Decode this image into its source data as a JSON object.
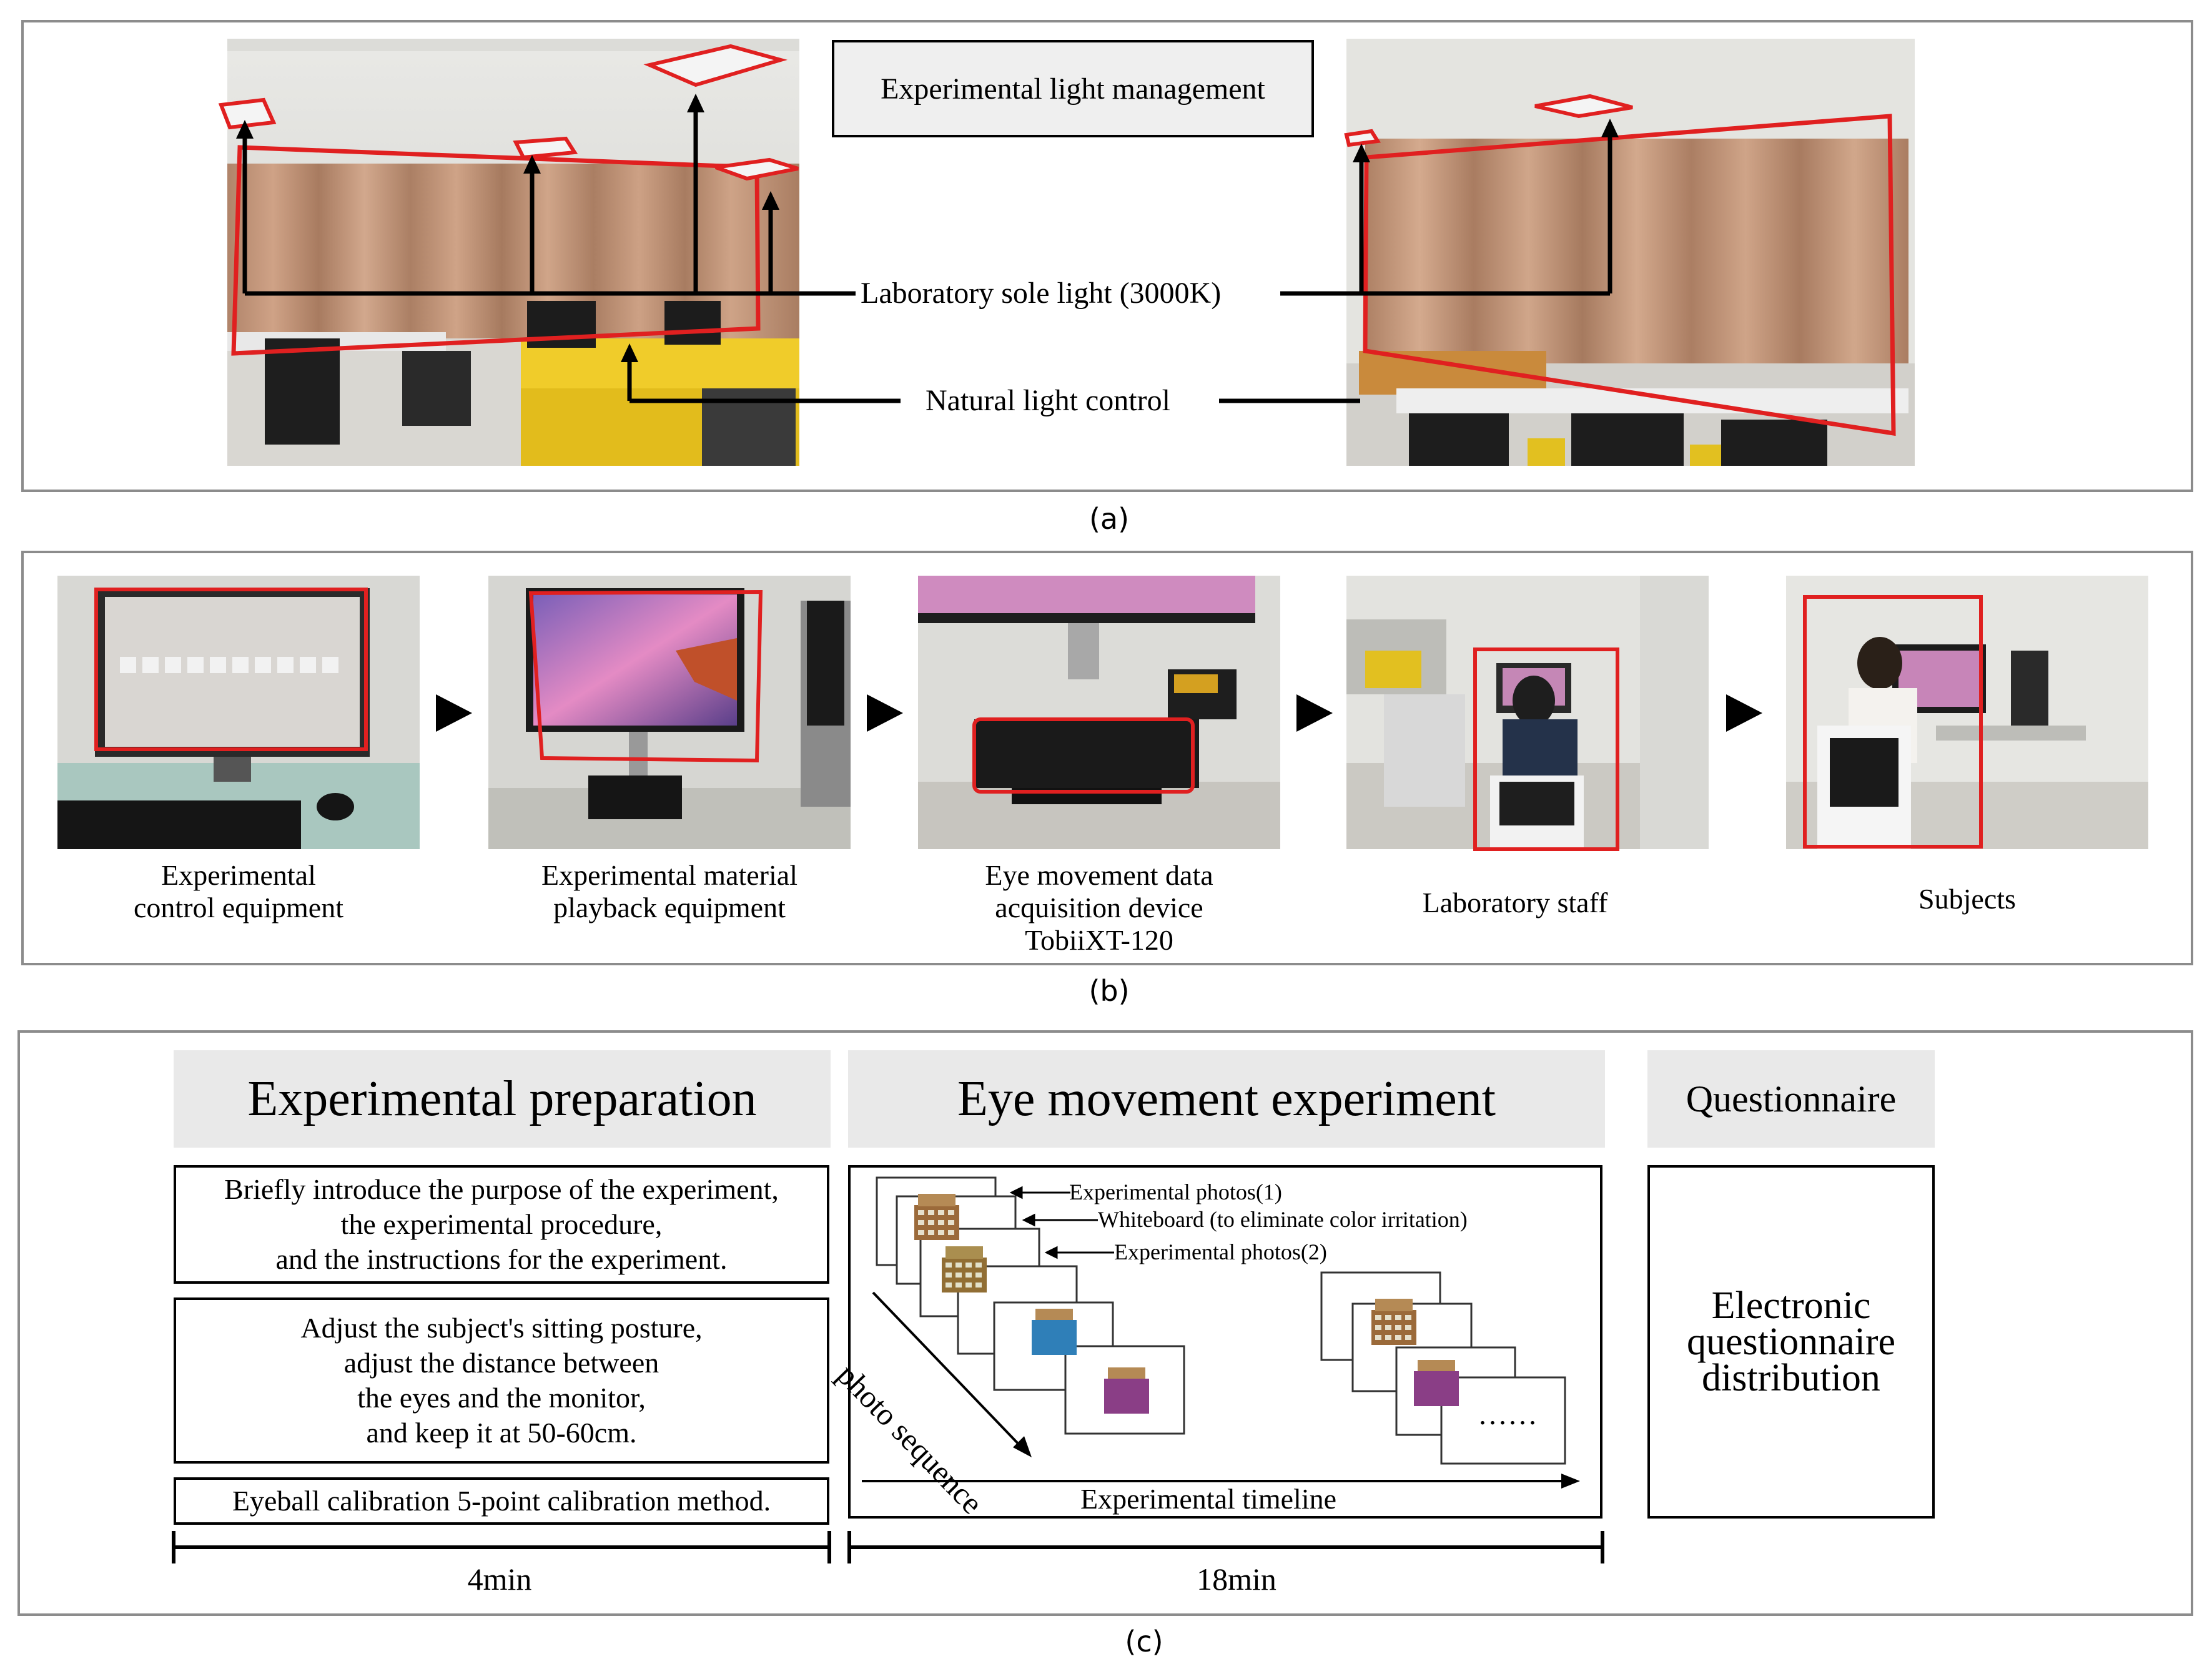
{
  "panel_a": {
    "sub_label": "(a)",
    "title": "Experimental light management",
    "callout_light": "Laboratory sole light (3000K)",
    "callout_natural": "Natural light control"
  },
  "panel_b": {
    "sub_label": "(b)",
    "captions": [
      [
        "Experimental",
        "control equipment"
      ],
      [
        "Experimental material",
        "playback equipment"
      ],
      [
        "Eye movement data",
        "acquisition device",
        "TobiiXT-120"
      ],
      [
        "Laboratory staff"
      ],
      [
        "Subjects"
      ]
    ]
  },
  "panel_c": {
    "sub_label": "(c)",
    "prep": {
      "heading": "Experimental preparation",
      "steps": [
        [
          "Briefly introduce the purpose of the experiment,",
          "the experimental procedure,",
          "and the instructions for the experiment."
        ],
        [
          "Adjust the subject's sitting posture,",
          "adjust the distance between",
          "the eyes and the monitor,",
          "and keep it at 50-60cm."
        ],
        [
          "Eyeball calibration 5-point calibration method."
        ]
      ],
      "duration": "4min"
    },
    "eye": {
      "heading": "Eye movement experiment",
      "label_photos1": "Experimental photos(1)",
      "label_whiteboard": "Whiteboard (to eliminate color irritation)",
      "label_photos2": "Experimental photos(2)",
      "sequence_label": "photo sequence",
      "ellipsis": "......",
      "timeline_label": "Experimental timeline",
      "duration": "18min"
    },
    "questionnaire": {
      "heading": "Questionnaire",
      "body": [
        "Electronic",
        "questionnaire",
        "distribution"
      ]
    }
  },
  "colors": {
    "highlight": "#e02020",
    "panel_border": "#8c8c8c",
    "heading_bg": "#e9e9e9"
  }
}
